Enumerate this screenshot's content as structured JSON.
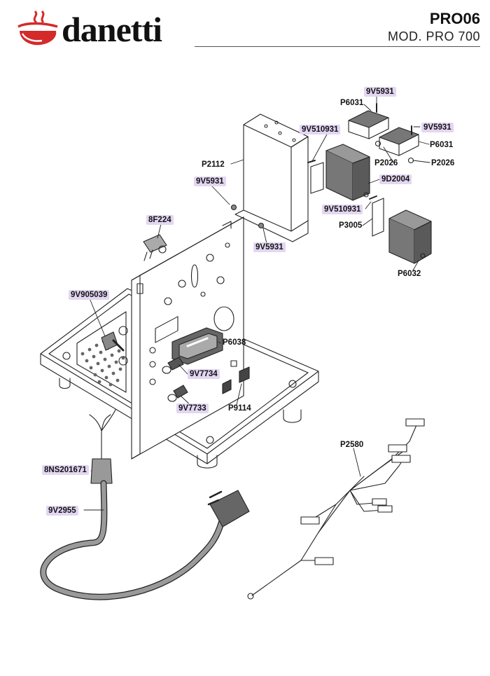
{
  "header": {
    "brand": "danetti",
    "model_code": "PRO06",
    "model_name": "MOD. PRO 700"
  },
  "colors": {
    "brand_red": "#d42a2a",
    "label_highlight": "#e3d6f2",
    "line": "#222222",
    "component_dark": "#555555"
  },
  "part_labels": [
    {
      "code": "9V5931",
      "highlighted": true
    },
    {
      "code": "P6031",
      "highlighted": false
    },
    {
      "code": "9V5931",
      "highlighted": true
    },
    {
      "code": "P6031",
      "highlighted": false
    },
    {
      "code": "9V510931",
      "highlighted": true
    },
    {
      "code": "P2026",
      "highlighted": false
    },
    {
      "code": "P2026",
      "highlighted": false
    },
    {
      "code": "P2112",
      "highlighted": false
    },
    {
      "code": "9D2004",
      "highlighted": true
    },
    {
      "code": "9V5931",
      "highlighted": true
    },
    {
      "code": "9V510931",
      "highlighted": true
    },
    {
      "code": "P3005",
      "highlighted": false
    },
    {
      "code": "8F224",
      "highlighted": true
    },
    {
      "code": "9V5931",
      "highlighted": true
    },
    {
      "code": "P6032",
      "highlighted": false
    },
    {
      "code": "9V905039",
      "highlighted": true
    },
    {
      "code": "P6038",
      "highlighted": false
    },
    {
      "code": "9V7734",
      "highlighted": true
    },
    {
      "code": "9V7733",
      "highlighted": true
    },
    {
      "code": "P9114",
      "highlighted": false
    },
    {
      "code": "P2580",
      "highlighted": false
    },
    {
      "code": "8NS201671",
      "highlighted": true
    },
    {
      "code": "9V2955",
      "highlighted": true
    }
  ]
}
